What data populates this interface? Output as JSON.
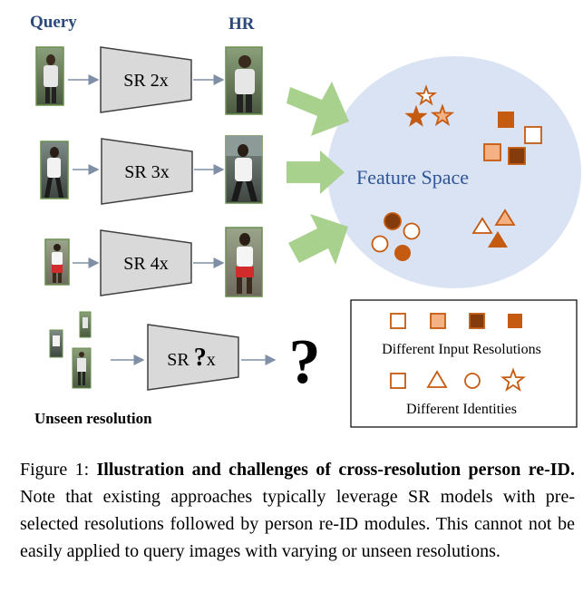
{
  "figure": {
    "query_label": "Query",
    "hr_label": "HR",
    "sr_modules": [
      "SR 2x",
      "SR 3x",
      "SR 4x"
    ],
    "unknown_sr": {
      "prefix": "SR ",
      "symbol": "?",
      "suffix": "x"
    },
    "question_mark": "?",
    "unseen_label": "Unseen resolution",
    "feature_space_label": "Feature Space",
    "legend": {
      "resolutions_label": "Different Input Resolutions",
      "identities_label": "Different Identities"
    },
    "colors": {
      "accent": "#c55a11",
      "light_fill": "#f4b183",
      "dark_fill": "#843c0c",
      "feature_space": "#dae3f3",
      "arrow_green": "#a9d18e",
      "header_blue": "#2b4a7a"
    }
  },
  "caption": {
    "prefix": "Figure 1: ",
    "bold": "Illustration and challenges of cross-resolution person re-ID.",
    "rest": " Note that existing approaches typically leverage SR models with pre-selected resolutions followed by person re-ID modules. This cannot not be easily applied to query images with varying or unseen resolutions."
  }
}
